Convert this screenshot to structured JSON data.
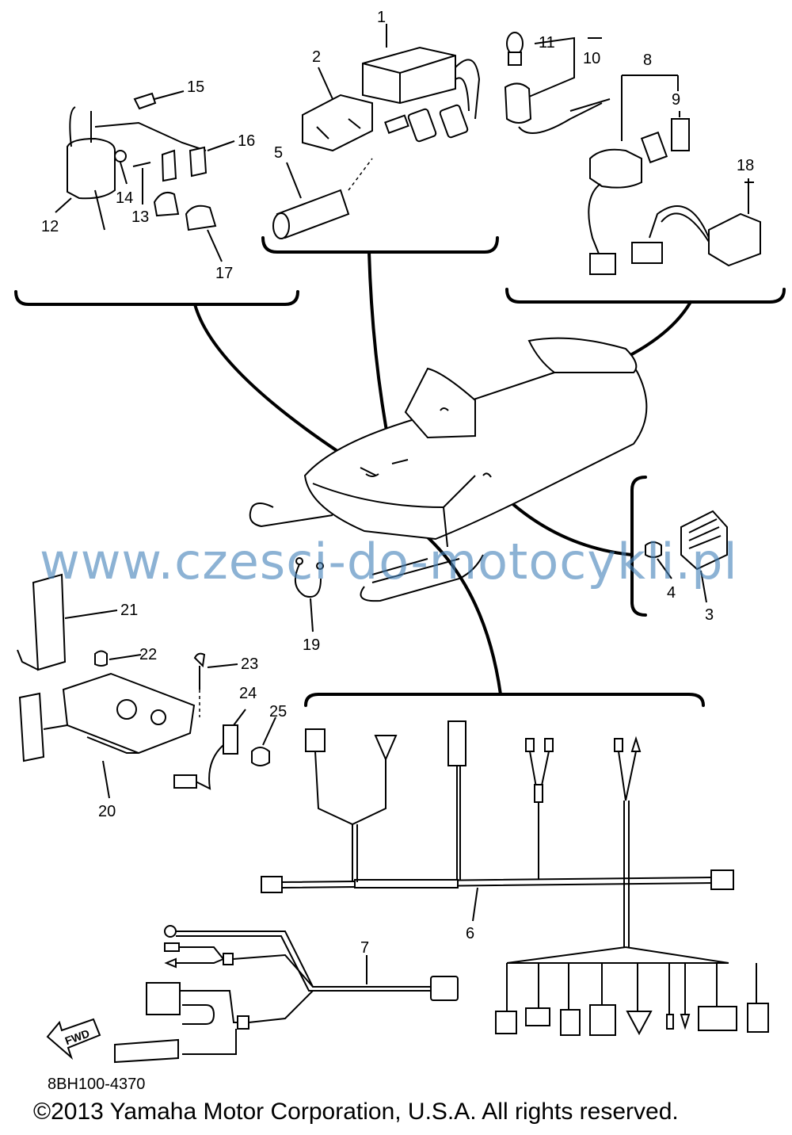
{
  "diagram": {
    "part_code": "8BH100-4370",
    "copyright": "©2013 Yamaha Motor Corporation, U.S.A. All rights reserved.",
    "watermark": "www.czesci-do-motocykli.pl",
    "fwd_label": "FWD"
  },
  "callouts": [
    "1",
    "2",
    "3",
    "4",
    "5",
    "6",
    "7",
    "8",
    "9",
    "10",
    "11",
    "12",
    "13",
    "14",
    "15",
    "16",
    "17",
    "18",
    "19",
    "20",
    "21",
    "22",
    "23",
    "24",
    "25"
  ]
}
